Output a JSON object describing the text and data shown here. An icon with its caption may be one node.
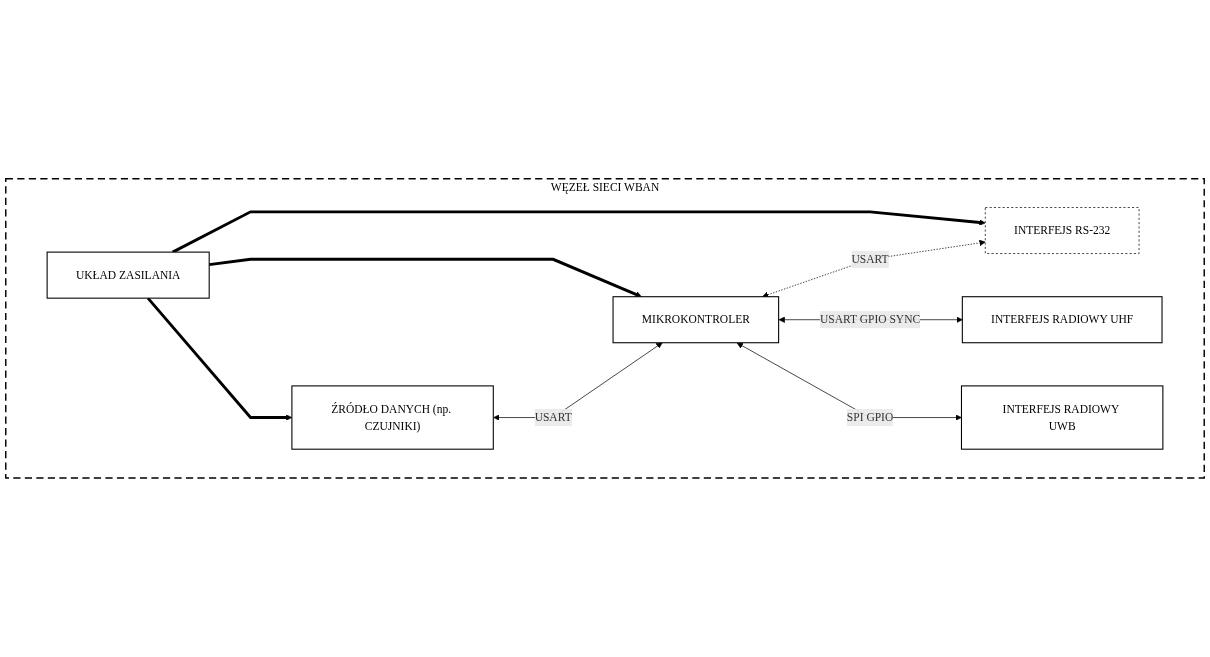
{
  "diagram": {
    "nodes": [
      {
        "text": [
          "WĘZEŁ SIECI WBAN"
        ]
      },
      {
        "text": [
          "UKŁAD ZASILANIA"
        ],
        "in": 0
      },
      {
        "text": [
          "ŹRÓDŁO DANYCH (np. CZUJNIKI)"
        ],
        "in": 0
      },
      {
        "text": [
          "MIKROKONTROLER"
        ],
        "in": 0
      },
      {
        "text": [
          "INTERFEJS RS-232"
        ],
        "in": 0
      },
      {
        "text": [
          "INTERFEJS RADIOWY UHF"
        ],
        "in": 0
      },
      {
        "text": [
          "INTERFEJS RADIOWY UWB"
        ],
        "in": 0
      }
    ],
    "edges": [
      {
        "from": 1,
        "to": 2,
        "arrow": "to",
        "style": "thick"
      },
      {
        "from": 1,
        "to": 3,
        "arrow": "to",
        "style": "thick"
      },
      {
        "from": 1,
        "to": 4,
        "arrow": "to",
        "style": "thick"
      },
      {
        "from": 2,
        "to": 3,
        "arrow": "both",
        "label": "USART"
      },
      {
        "from": 3,
        "to": 4,
        "arrow": "both",
        "label": "USART",
        "style": "dashed"
      },
      {
        "from": 3,
        "to": 5,
        "arrow": "both",
        "label": "USART GPIO SYNC"
      },
      {
        "from": 3,
        "to": 6,
        "arrow": "both",
        "label": "SPI GPIO"
      }
    ]
  }
}
